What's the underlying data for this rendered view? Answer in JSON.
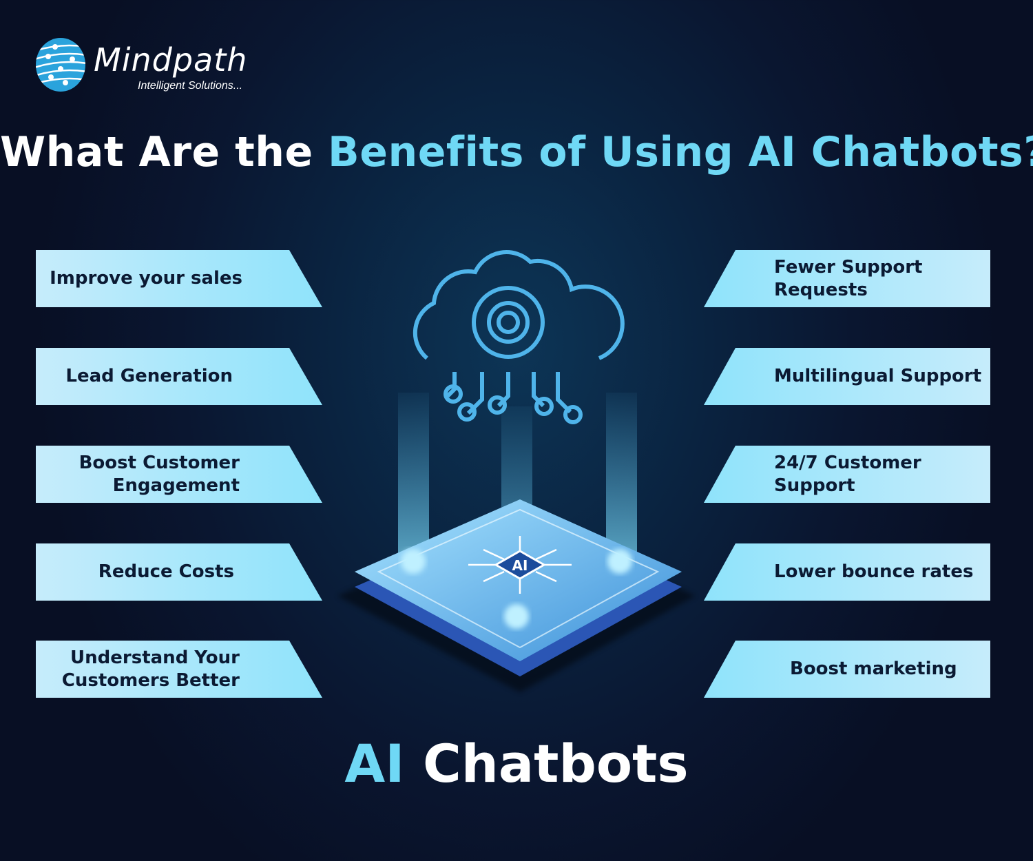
{
  "brand": {
    "name": "Mindpath",
    "tagline": "Intelligent Solutions..."
  },
  "title": {
    "part1": "What Are the ",
    "part2": "Benefits of Using AI Chatbots?"
  },
  "left_benefits": [
    "Improve your sales",
    "Lead Generation",
    "Boost Customer Engagement",
    "Reduce Costs",
    "Understand Your Customers Better"
  ],
  "right_benefits": [
    "Fewer Support Requests",
    "Multilingual Support",
    "24/7 Customer Support",
    "Lower bounce rates",
    "Boost marketing"
  ],
  "chip_label": "AI",
  "footer": {
    "part1": "AI",
    "part2": " Chatbots"
  },
  "colors": {
    "accent": "#6fd8f5",
    "card": "#8fe3fb",
    "background": "#0a1630",
    "text_dark": "#0b1a33"
  }
}
